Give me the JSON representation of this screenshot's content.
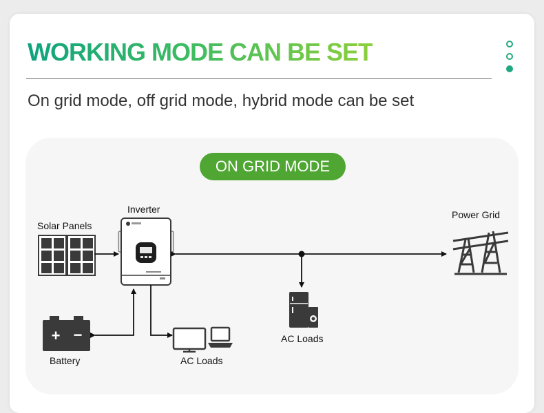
{
  "header": {
    "title": "WORKING MODE CAN BE SET",
    "subtitle": "On grid mode, off grid mode, hybrid mode can be set"
  },
  "diagram": {
    "mode_label": "ON GRID MODE",
    "labels": {
      "inverter": "Inverter",
      "solar_panels": "Solar Panels",
      "power_grid": "Power Grid",
      "battery": "Battery",
      "ac_loads_left": "AC Loads",
      "ac_loads_center": "AC Loads"
    },
    "battery_symbols": {
      "plus": "+",
      "minus": "−"
    }
  },
  "colors": {
    "title_gradient_start": "#0fa37f",
    "title_gradient_end": "#8ccf3b",
    "accent_teal": "#1fa882",
    "mode_pill": "#4fa633",
    "diagram_bg": "#f6f6f6",
    "icon_dark": "#3a3a3a"
  }
}
